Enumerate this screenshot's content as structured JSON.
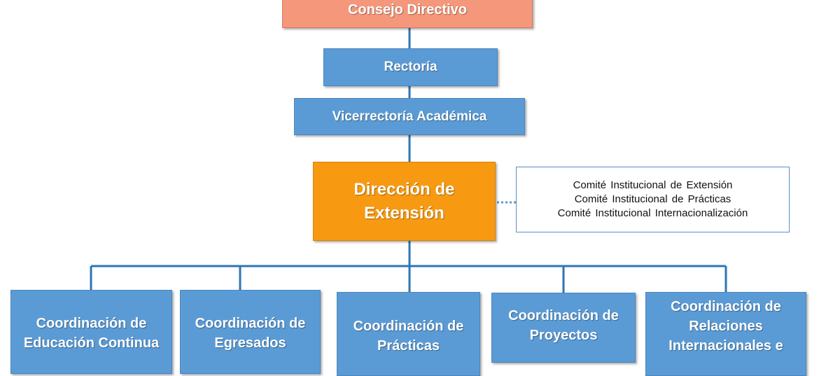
{
  "chart": {
    "consejo": "Consejo Directivo",
    "rectoria": "Rectoría",
    "vicerrectoria": "Vicerrectoría Académica",
    "direccion": "Dirección de Extensión",
    "committees": [
      "Comité Institucional de Extensión",
      "Comité Institucional de Prácticas",
      "Comité Institucional Internacionalización"
    ],
    "coordinations": [
      "Coordinación de Educación Continua",
      "Coordinación de Egresados",
      "Coordinación de Prácticas",
      "Coordinación de Proyectos",
      "Coordinación de Relaciones Internacionales e"
    ]
  },
  "colors": {
    "top_box": "#f4977b",
    "main_box": "#f79a12",
    "unit_box": "#5b9bd5",
    "connector": "#2e75b6"
  }
}
